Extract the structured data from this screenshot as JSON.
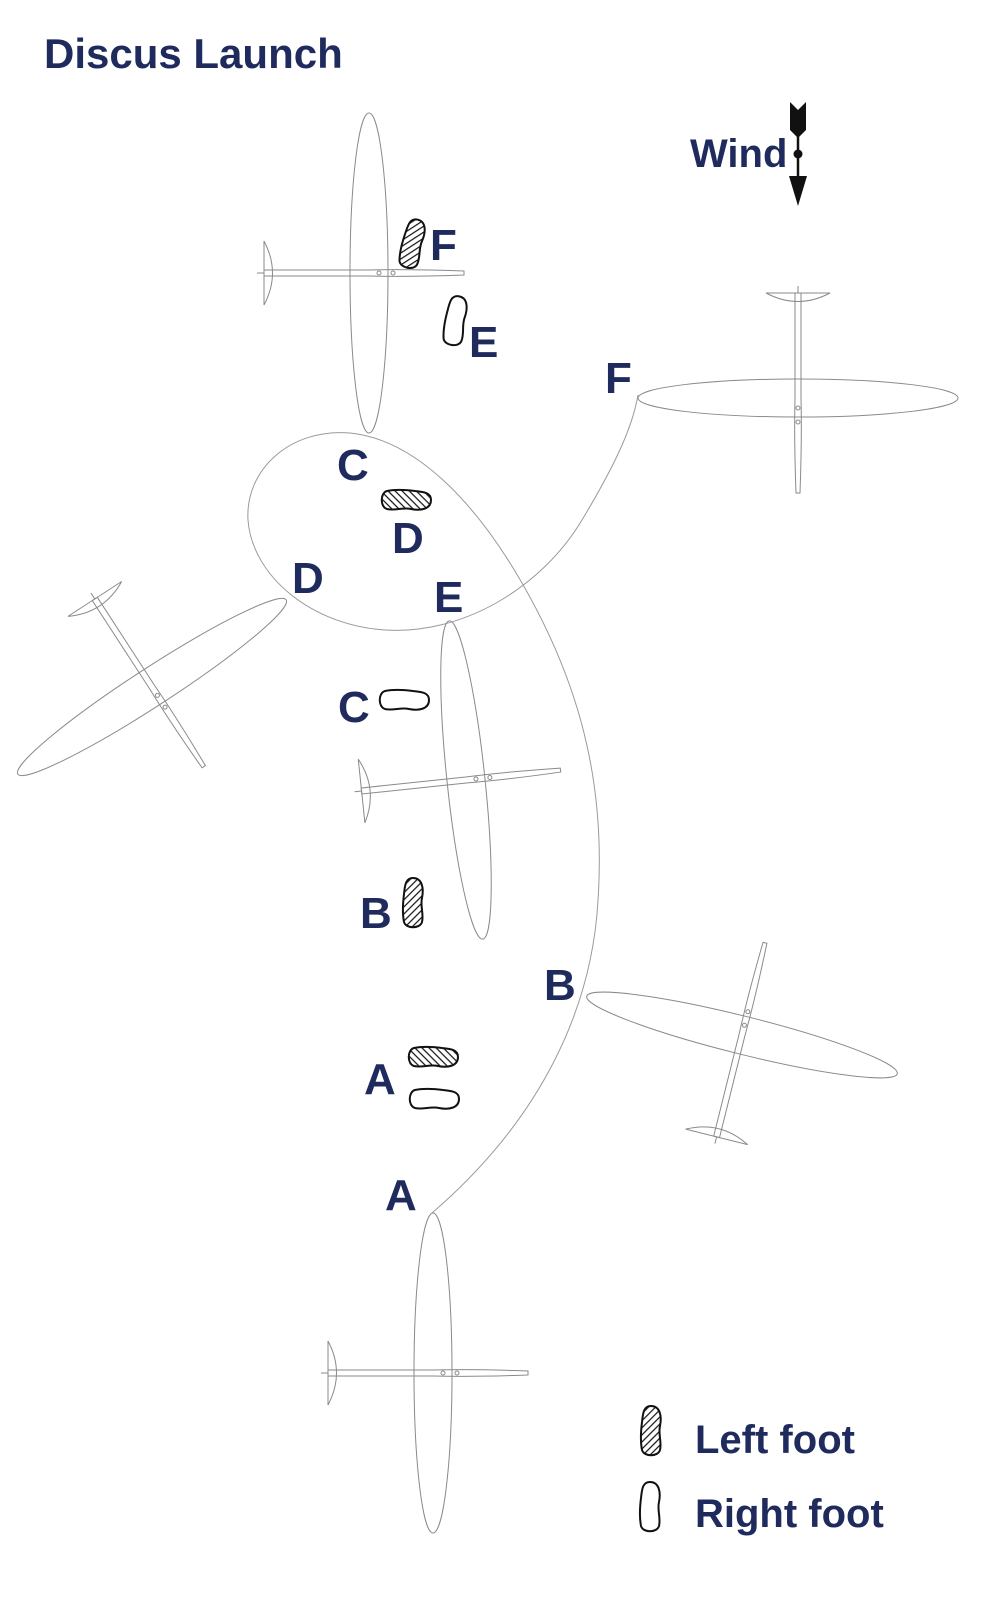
{
  "title": "Discus Launch",
  "colors": {
    "label": "#1f2b5c",
    "plane_outline": "#8a8a8a",
    "path_line": "#9a9a9a",
    "foot_outline": "#111111",
    "wind_arrow": "#111111"
  },
  "wind": {
    "label": "Wind",
    "icon": "wind-arrow-icon",
    "direction": "down"
  },
  "glider_labels": [
    "A",
    "B",
    "C",
    "D",
    "E",
    "F"
  ],
  "foot_labels": [
    "A",
    "B",
    "C",
    "D",
    "E",
    "F"
  ],
  "legend": {
    "left_foot": {
      "label": "Left foot",
      "icon": "left-foot-hatched-icon"
    },
    "right_foot": {
      "label": "Right foot",
      "icon": "right-foot-outline-icon"
    }
  }
}
